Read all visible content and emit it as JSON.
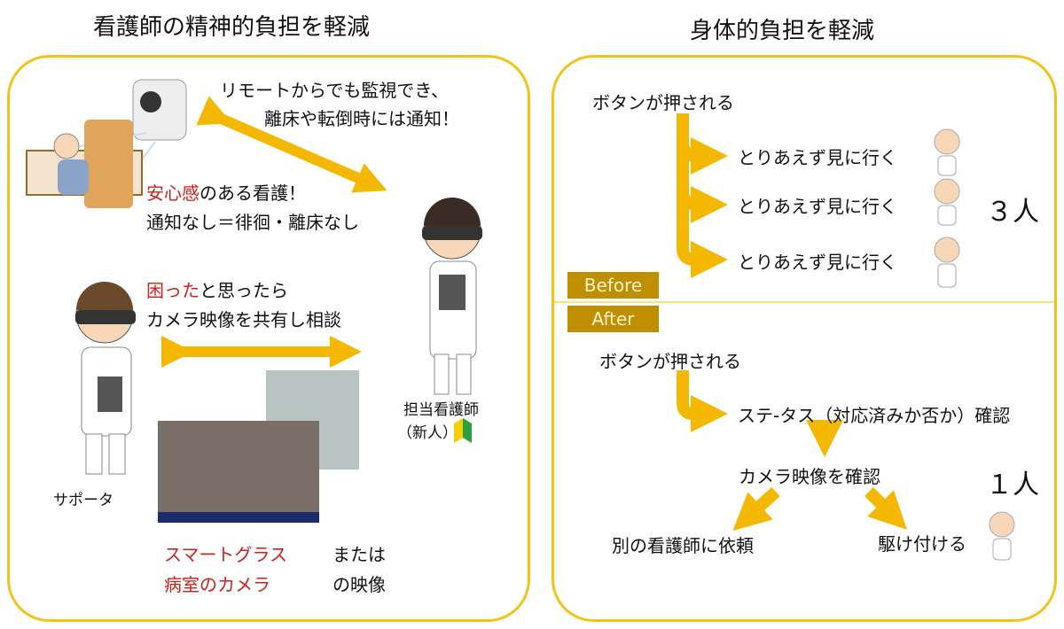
{
  "left": {
    "title": "看護師の精神的負担を軽減",
    "remote_line1": "リモートからでも監視でき、",
    "remote_line2": "離床や転倒時には通知！",
    "anshin_red": "安心感",
    "anshin_rest": "のある看護！",
    "no_notice": "通知なし＝徘徊・離床なし",
    "komatta_red": "困った",
    "komatta_rest": "と思ったら",
    "share": "カメラ映像を共有し相談",
    "nurse_label_1": "担当看護師",
    "nurse_label_2": "（新人）",
    "supporter_label": "サポータ",
    "smartglass_red": "スマートグラス",
    "or": "または",
    "room_camera_red": "病室のカメラ",
    "of_video": "の映像"
  },
  "right": {
    "title": "身体的負担を軽減",
    "before": {
      "label": "Before",
      "button_pressed": "ボタンが押される",
      "actions": [
        "とりあえず見に行く",
        "とりあえず見に行く",
        "とりあえず見に行く"
      ],
      "count": "３人"
    },
    "after": {
      "label": "After",
      "button_pressed": "ボタンが押される",
      "status_check": "ステ-タス（対応済みか否か）確認",
      "camera_check": "カメラ映像を確認",
      "ask_other": "別の看護師に依頼",
      "rush": "駆け付ける",
      "count": "１人"
    }
  },
  "colors": {
    "accent": "#f5b800",
    "border": "#f2c318",
    "tag": "#bf8f00",
    "red": "#d0201a"
  }
}
